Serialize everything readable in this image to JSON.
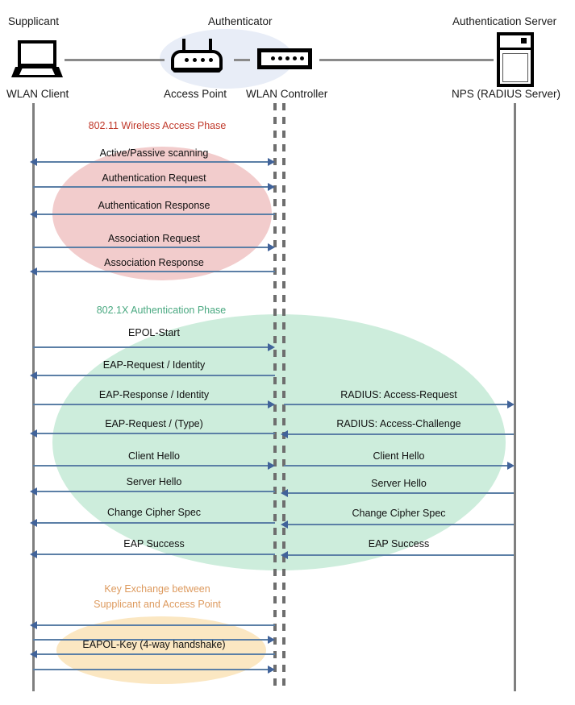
{
  "diagram": {
    "title": "802.1X / EAP WLAN authentication sequence",
    "colors": {
      "phase1_text": "#c0392b",
      "phase1_fill": "#f2cccc",
      "phase2_text": "#4aa981",
      "phase2_fill": "#cdeddc",
      "phase3_text": "#dd9a5e",
      "phase3_fill": "#fbe7c2",
      "arrow": "#5b7fa6",
      "lifeline": "#7f7f7f",
      "authenticator_blob": "#e8edf7"
    }
  },
  "roles": {
    "supplicant": "Supplicant",
    "authenticator": "Authenticator",
    "authentication_server": "Authentication Server"
  },
  "nodes": [
    {
      "name": "wlan-client",
      "label": "WLAN Client",
      "icon": "laptop-icon"
    },
    {
      "name": "access-point",
      "label": "Access Point",
      "icon": "access-point-icon"
    },
    {
      "name": "wlan-controller",
      "label": "WLAN Controller",
      "icon": "wlan-controller-icon"
    },
    {
      "name": "nps",
      "label": "NPS (RADIUS Server)",
      "icon": "server-icon"
    }
  ],
  "phases": [
    {
      "name": "wireless-access-phase",
      "title": "802.11 Wireless Access Phase"
    },
    {
      "name": "authentication-phase",
      "title": "802.1X Authentication Phase"
    },
    {
      "name": "key-exchange-phase",
      "title_line1": "Key Exchange between",
      "title_line2": "Supplicant and Access Point"
    }
  ],
  "messages_left": [
    {
      "label": "Active/Passive scanning",
      "direction": "both"
    },
    {
      "label": "Authentication Request",
      "direction": "right"
    },
    {
      "label": "Authentication Response",
      "direction": "left"
    },
    {
      "label": "Association Request",
      "direction": "right"
    },
    {
      "label": "Association Response",
      "direction": "left"
    },
    {
      "label": "EPOL-Start",
      "direction": "right"
    },
    {
      "label": "EAP-Request / Identity",
      "direction": "left"
    },
    {
      "label": "EAP-Response / Identity",
      "direction": "right"
    },
    {
      "label": "EAP-Request / (Type)",
      "direction": "left"
    },
    {
      "label": "Client Hello",
      "direction": "right"
    },
    {
      "label": "Server Hello",
      "direction": "left"
    },
    {
      "label": "Change Cipher Spec",
      "direction": "left"
    },
    {
      "label": "EAP Success",
      "direction": "left"
    },
    {
      "label": "",
      "direction": "left"
    },
    {
      "label": "",
      "direction": "right"
    },
    {
      "label": "EAPOL-Key (4-way handshake)",
      "direction": "left"
    },
    {
      "label": "",
      "direction": "right"
    }
  ],
  "messages_right": [
    {
      "label": "RADIUS: Access-Request",
      "direction": "right"
    },
    {
      "label": "RADIUS: Access-Challenge",
      "direction": "left"
    },
    {
      "label": "Client Hello",
      "direction": "right"
    },
    {
      "label": "Server Hello",
      "direction": "left"
    },
    {
      "label": "Change Cipher Spec",
      "direction": "left"
    },
    {
      "label": "EAP Success",
      "direction": "left"
    }
  ]
}
